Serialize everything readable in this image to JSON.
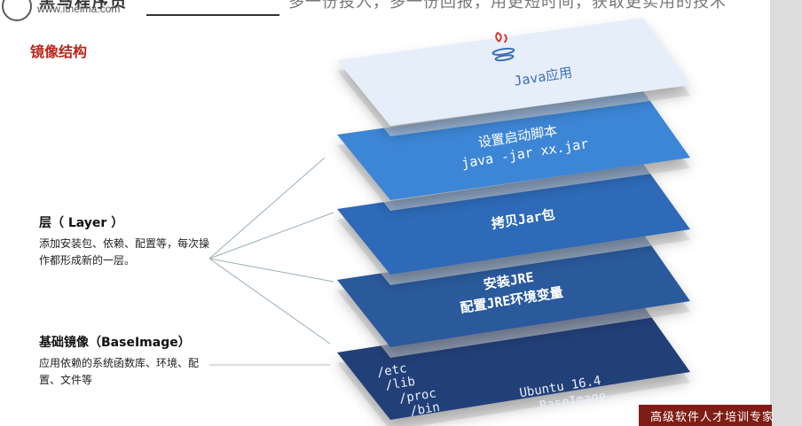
{
  "header": {
    "logo_text": "黑马程序员",
    "logo_url": "www.itheima.com",
    "slogan": "多一份投入，多一份回报，用更短时间，获取更实用的技术"
  },
  "section": {
    "title": "镜像结构"
  },
  "layer_info": {
    "title": "层（ Layer ）",
    "desc": "添加安装包、依赖、配置等，每次操作都形成新的一层。"
  },
  "base_info": {
    "title": "基础镜像（BaseImage）",
    "desc": "应用依赖的系统函数库、环境、配置、文件等"
  },
  "cards": {
    "app": "Java应用",
    "script_line1": "设置启动脚本",
    "script_line2": "java -jar xx.jar",
    "copy": "拷贝Jar包",
    "jre_line1": "安装JRE",
    "jre_line2": "配置JRE环境变量",
    "base_dirs": [
      "/etc",
      "/lib",
      "/proc",
      "/bin",
      "..."
    ],
    "base_line1": "Ubuntu 16.4",
    "base_line2": "BaseImage"
  },
  "colors": {
    "accent_red": "#b8271b",
    "card_light": "#e6eefa",
    "card_blue1": "#3d86d6",
    "card_blue2": "#2e6bb8",
    "card_blue3": "#2a5a9c",
    "card_blue4": "#203f78"
  },
  "footer": {
    "badge_text": "高级软件人才培训专家"
  }
}
